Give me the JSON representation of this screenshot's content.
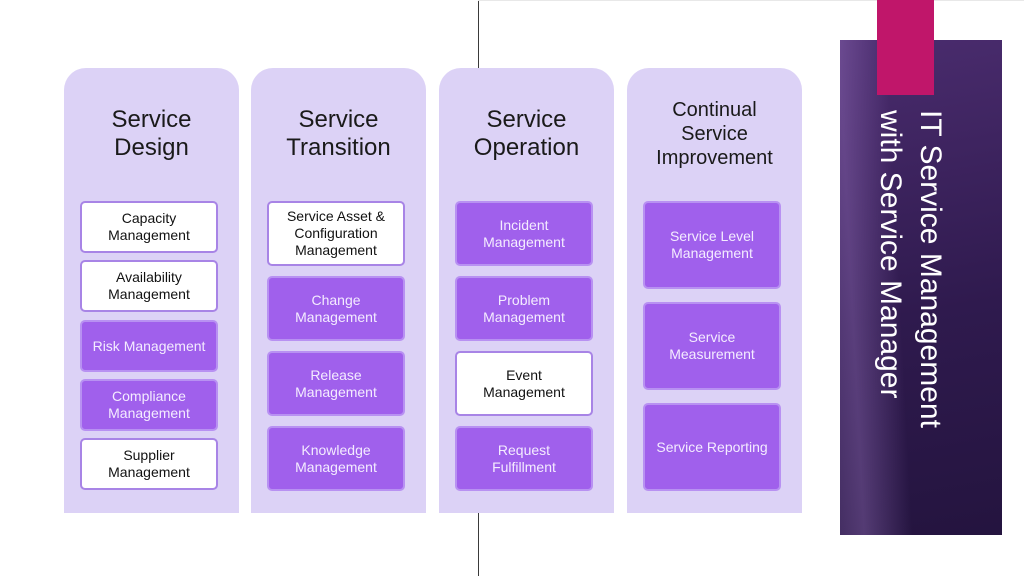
{
  "columns": [
    {
      "title": "Service\nDesign",
      "items": [
        {
          "label": "Capacity\nManagement",
          "style": "white"
        },
        {
          "label": "Availability\nManagement",
          "style": "white"
        },
        {
          "label": "Risk Management",
          "style": "purple"
        },
        {
          "label": "Compliance\nManagement",
          "style": "purple"
        },
        {
          "label": "Supplier\nManagement",
          "style": "white"
        }
      ]
    },
    {
      "title": "Service\nTransition",
      "items": [
        {
          "label": "Service Asset &\nConfiguration\nManagement",
          "style": "white"
        },
        {
          "label": "Change\nManagement",
          "style": "purple"
        },
        {
          "label": "Release\nManagement",
          "style": "purple"
        },
        {
          "label": "Knowledge\nManagement",
          "style": "purple"
        }
      ]
    },
    {
      "title": "Service\nOperation",
      "items": [
        {
          "label": "Incident\nManagement",
          "style": "purple"
        },
        {
          "label": "Problem\nManagement",
          "style": "purple"
        },
        {
          "label": "Event\nManagement",
          "style": "white"
        },
        {
          "label": "Request\nFulfillment",
          "style": "purple"
        }
      ]
    },
    {
      "title": "Continual\nService\nImprovement",
      "items": [
        {
          "label": "Service Level\nManagement",
          "style": "purple"
        },
        {
          "label": "Service\nMeasurement",
          "style": "purple"
        },
        {
          "label": "Service Reporting",
          "style": "purple"
        }
      ]
    }
  ],
  "side_title": "IT Service Management\nwith Service Manager",
  "colors": {
    "column_bg": "#dcd2f6",
    "box_purple": "#a060ec",
    "box_border": "#a884e6",
    "panel": "#3a2258",
    "accent_tab": "#c0166a"
  }
}
